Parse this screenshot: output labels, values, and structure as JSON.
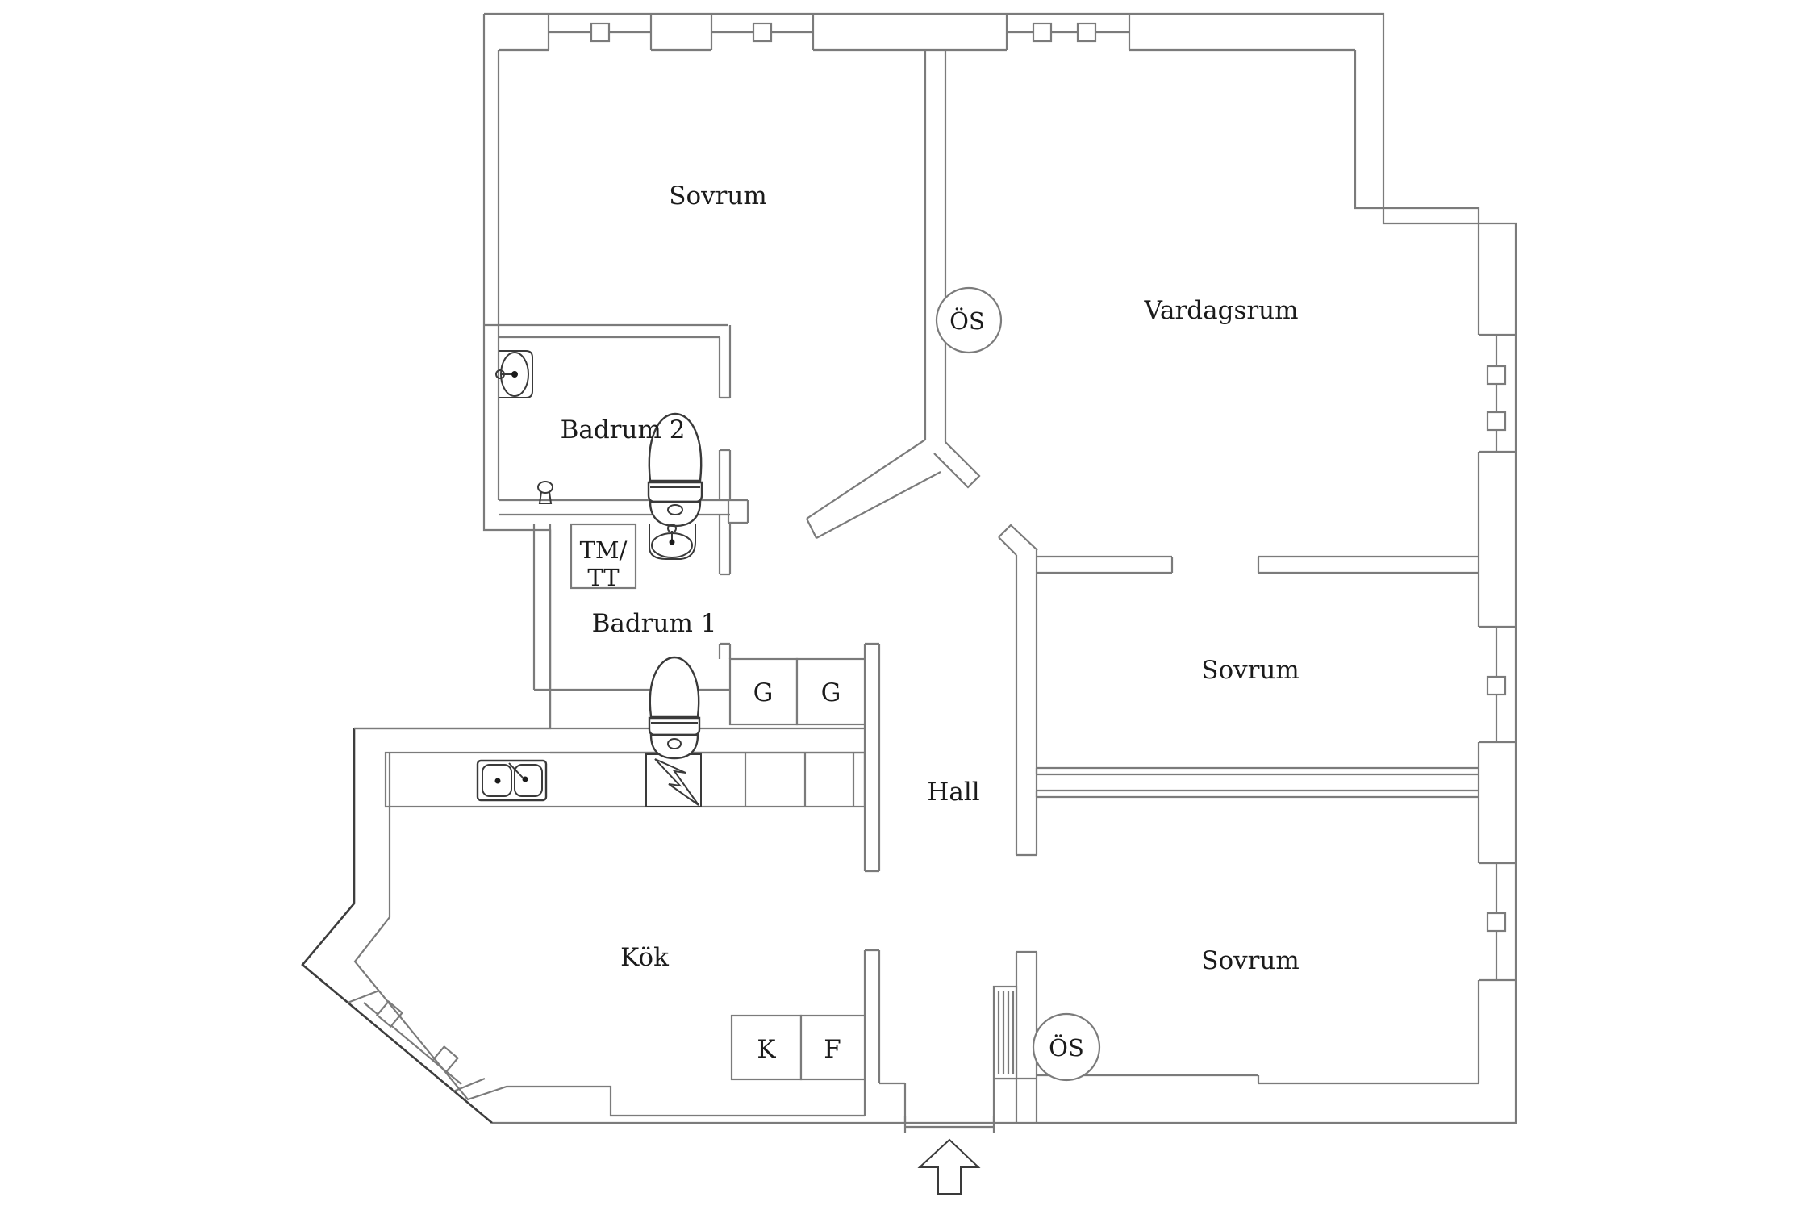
{
  "labels": {
    "sovrum_top": "Sovrum",
    "vardagsrum": "Vardagsrum",
    "badrum2": "Badrum 2",
    "badrum1": "Badrum 1",
    "tm_tt_line1": "TM/",
    "tm_tt_line2": "TT",
    "hall": "Hall",
    "kok": "Kök",
    "sovrum_mid": "Sovrum",
    "sovrum_bottom": "Sovrum",
    "wardrobe_left": "G",
    "wardrobe_right": "G",
    "fridge_k": "K",
    "fridge_f": "F",
    "vent_top": "ÖS",
    "vent_bottom": "ÖS"
  },
  "colors": {
    "wall": "#7b7b7b",
    "wall_dark": "#3d3d3d",
    "text": "#1b1b1b",
    "background": "#ffffff"
  }
}
